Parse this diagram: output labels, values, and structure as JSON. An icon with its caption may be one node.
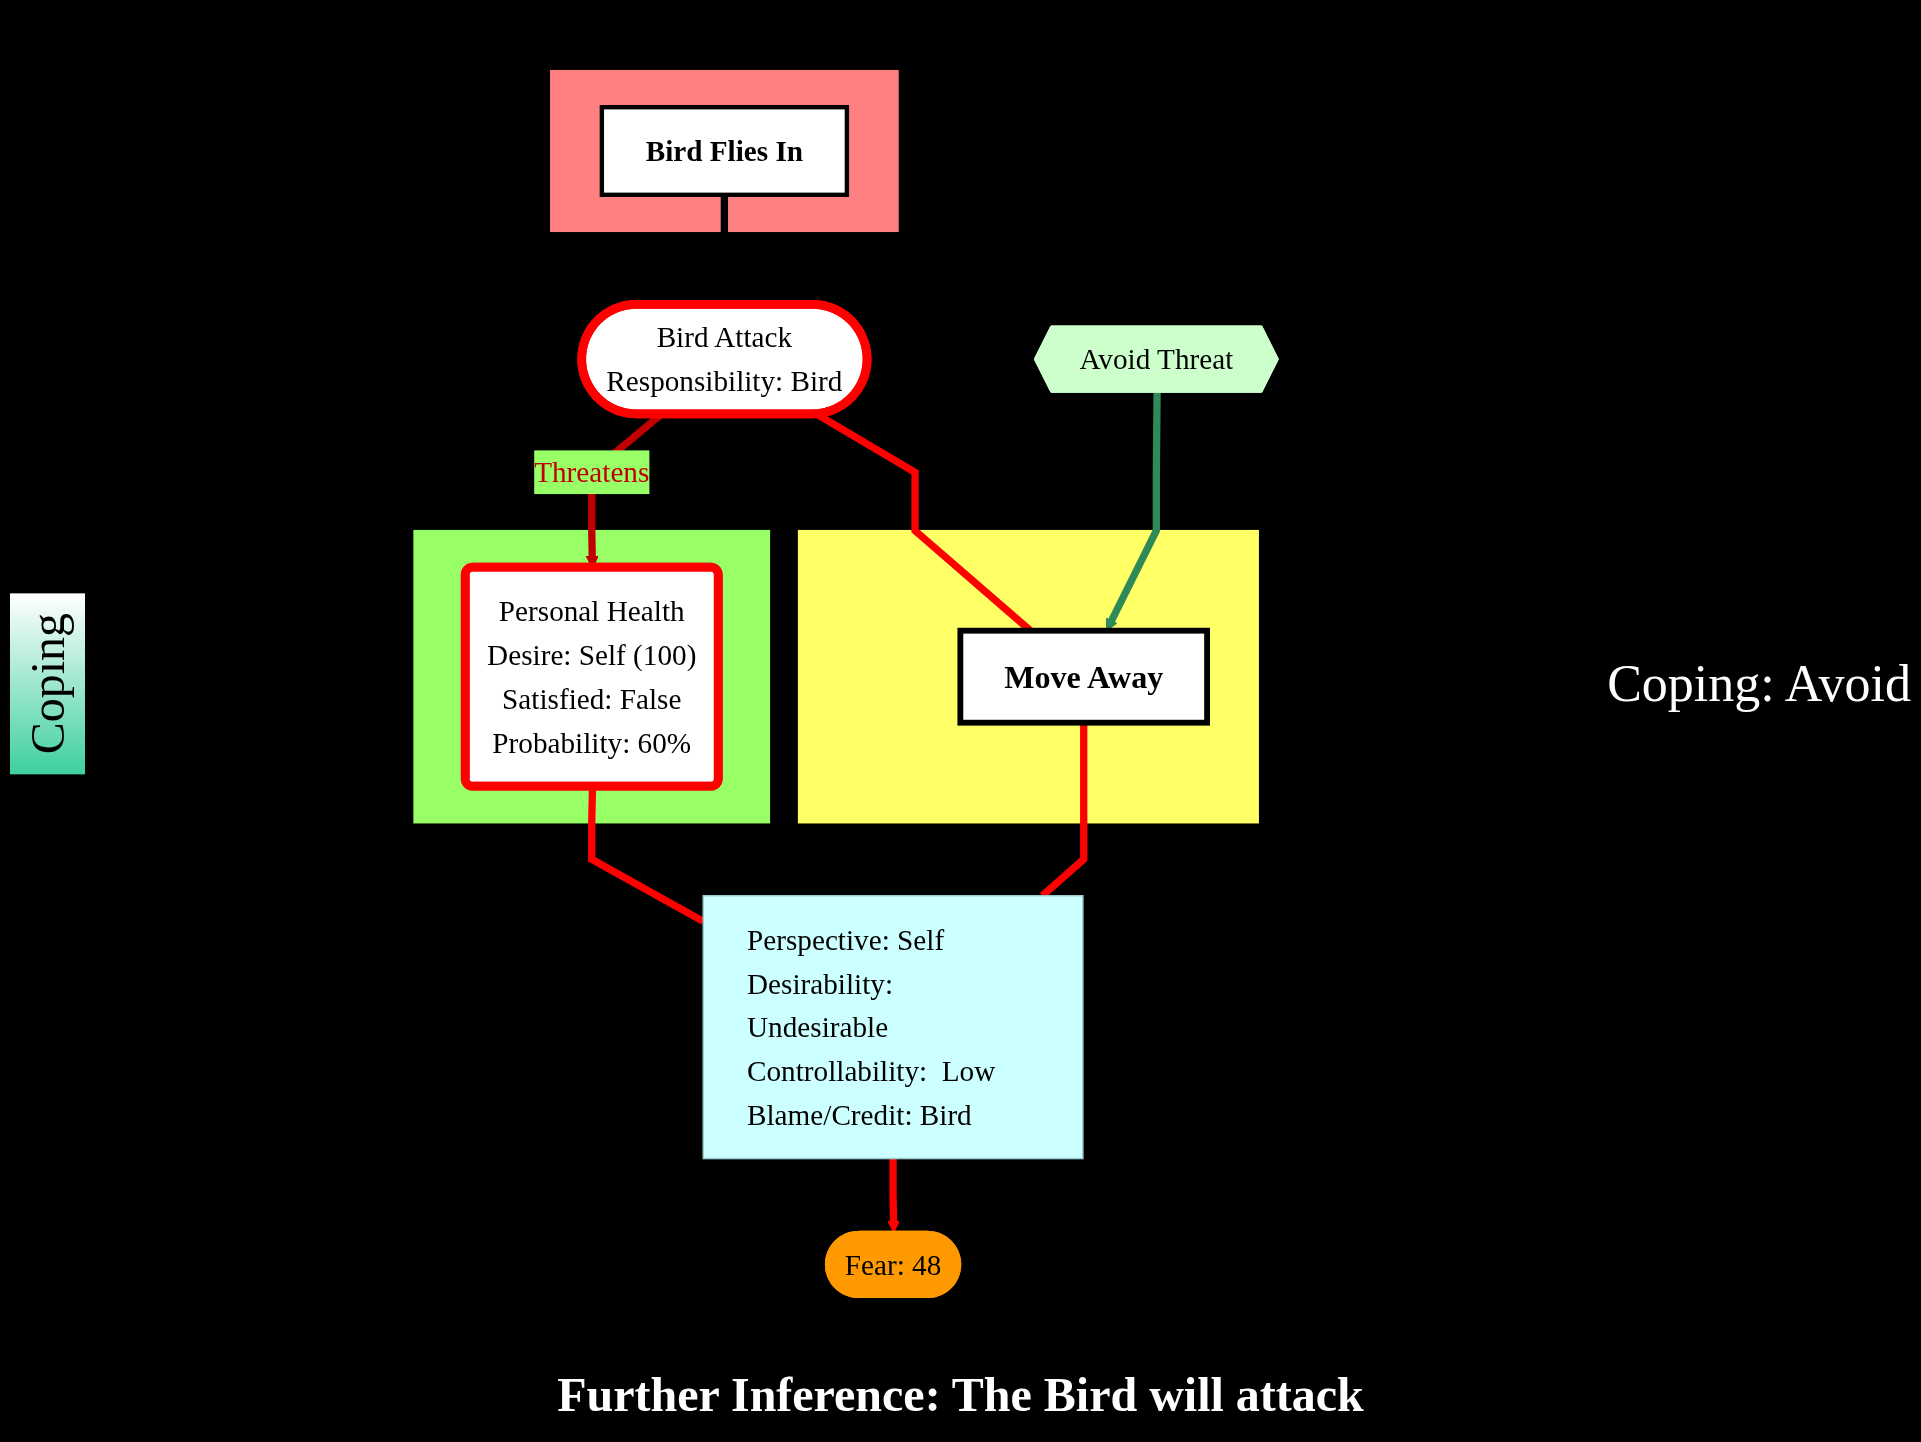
{
  "diagram": {
    "title": "Further Inference: The Bird will attack",
    "nodes": [
      {
        "text": [],
        "shape": "band"
      },
      {
        "text": [
          "Bird Flies In"
        ],
        "in": 0
      },
      {
        "text": [],
        "shape": "band"
      },
      {
        "text": [
          "Bird Attack",
          "Responsibility: Bird"
        ]
      },
      {
        "text": [
          "Move Away"
        ],
        "in": 2
      },
      {
        "text": [],
        "shape": "band"
      },
      {
        "text": [
          "Personal Health",
          "Desire: Self (100)",
          "Satisfied: False",
          "Probability: 60%"
        ],
        "in": 5
      },
      {
        "text": [
          "Perspective: Self",
          "Desirability: Undesirable",
          "Controllability:  Low",
          "Blame/Credit: Bird"
        ]
      },
      {
        "text": [
          "Avoid Threat"
        ]
      },
      {
        "text": [
          "Fear: 48"
        ]
      }
    ],
    "edges": [
      {
        "from": 1,
        "to": 3,
        "arrow": "to",
        "color": "#000000"
      },
      {
        "from": 3,
        "to": 6,
        "arrow": "to",
        "label": "Threatens",
        "color": "#c00000"
      },
      {
        "from": 3,
        "to": 4,
        "arrow": "none"
      },
      {
        "from": 4,
        "to": 7,
        "arrow": "none"
      },
      {
        "from": 6,
        "to": 7,
        "arrow": "none"
      },
      {
        "from": 7,
        "to": 9,
        "arrow": "to"
      },
      {
        "from": 8,
        "to": 4,
        "arrow": "to",
        "color": "#2e8b57"
      }
    ],
    "labels": [
      "Coping",
      "Coping: Avoid"
    ]
  }
}
